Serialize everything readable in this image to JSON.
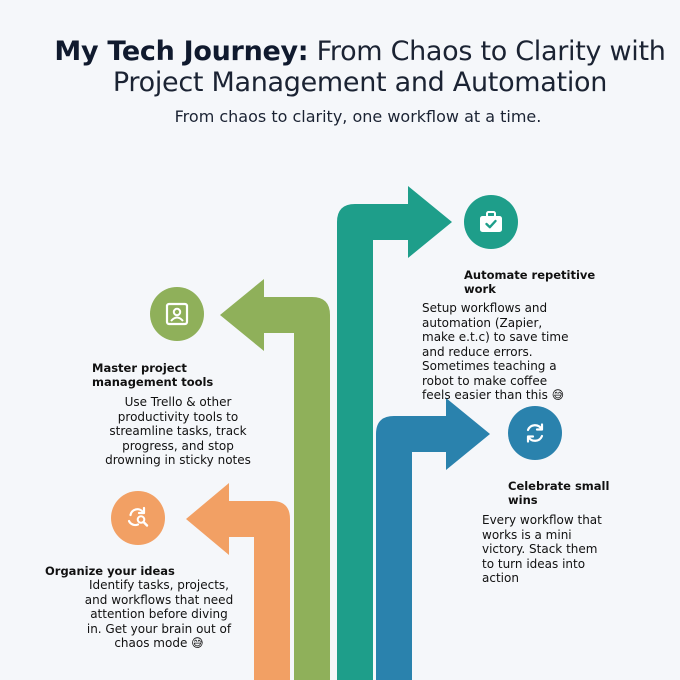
{
  "header": {
    "title_bold": "My Tech Journey:",
    "title_rest": " From Chaos to Clarity with Project Management and Automation",
    "subtitle": "From chaos to clarity, one workflow at a time."
  },
  "colors": {
    "teal": "#1e9e8a",
    "green": "#8fb05a",
    "blue": "#2a82ad",
    "orange": "#f2a064"
  },
  "steps": [
    {
      "id": "organize",
      "heading": "Organize your ideas",
      "description": "Identify tasks, projects, and workflows that need attention before diving in. Get your brain out of chaos mode 😅",
      "icon": "refresh-search-icon",
      "color": "#f2a064"
    },
    {
      "id": "master",
      "heading": "Master project management tools",
      "description": "Use Trello & other productivity tools to streamline tasks, track progress, and stop drowning in sticky notes",
      "icon": "portrait-frame-icon",
      "color": "#8fb05a"
    },
    {
      "id": "automate",
      "heading": "Automate repetitive work",
      "description": "Setup workflows and automation (Zapier, make e.t.c) to save time and reduce errors. Sometimes teaching a robot to make coffee feels easier than this 😅",
      "icon": "briefcase-check-icon",
      "color": "#1e9e8a"
    },
    {
      "id": "celebrate",
      "heading": "Celebrate small wins",
      "description": "Every workflow that works is a mini victory. Stack them to turn ideas into action",
      "icon": "sync-arrows-icon",
      "color": "#2a82ad"
    }
  ]
}
